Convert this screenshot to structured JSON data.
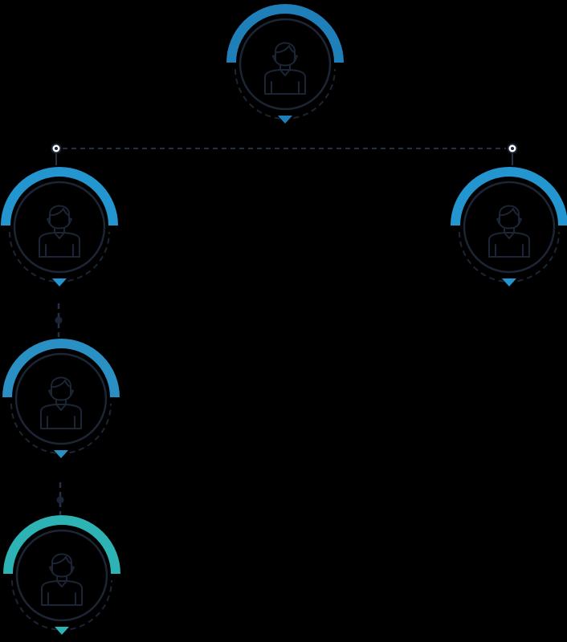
{
  "colors": {
    "background": "#000000",
    "line": "#1c2535",
    "arc_blue_dark": "#1f7fb8",
    "arc_blue": "#2496cf",
    "arc_teal_blue": "#2a8fc2",
    "arc_teal": "#2eb3b5",
    "connector": "#253044",
    "connector_dot": "#1c2535",
    "junction_fill": "#ffffff"
  },
  "nodes": [
    {
      "id": "root",
      "name": "org-node-root",
      "icon": "person-icon",
      "accent": "arc_blue_dark"
    },
    {
      "id": "left",
      "name": "org-node-left",
      "icon": "person-icon",
      "accent": "arc_blue"
    },
    {
      "id": "right",
      "name": "org-node-right",
      "icon": "person-icon",
      "accent": "arc_blue"
    },
    {
      "id": "left-child",
      "name": "org-node-left-child",
      "icon": "person-icon",
      "accent": "arc_teal_blue"
    },
    {
      "id": "left-grandchild",
      "name": "org-node-left-grandchild",
      "icon": "person-icon",
      "accent": "arc_teal"
    }
  ],
  "links": [
    {
      "from": "root",
      "to": "left",
      "style": "dashed-horizontal-bus"
    },
    {
      "from": "root",
      "to": "right",
      "style": "dashed-horizontal-bus"
    },
    {
      "from": "left",
      "to": "left-child",
      "style": "dashed-vertical-with-dot"
    },
    {
      "from": "left-child",
      "to": "left-grandchild",
      "style": "dashed-vertical-with-dot"
    }
  ]
}
